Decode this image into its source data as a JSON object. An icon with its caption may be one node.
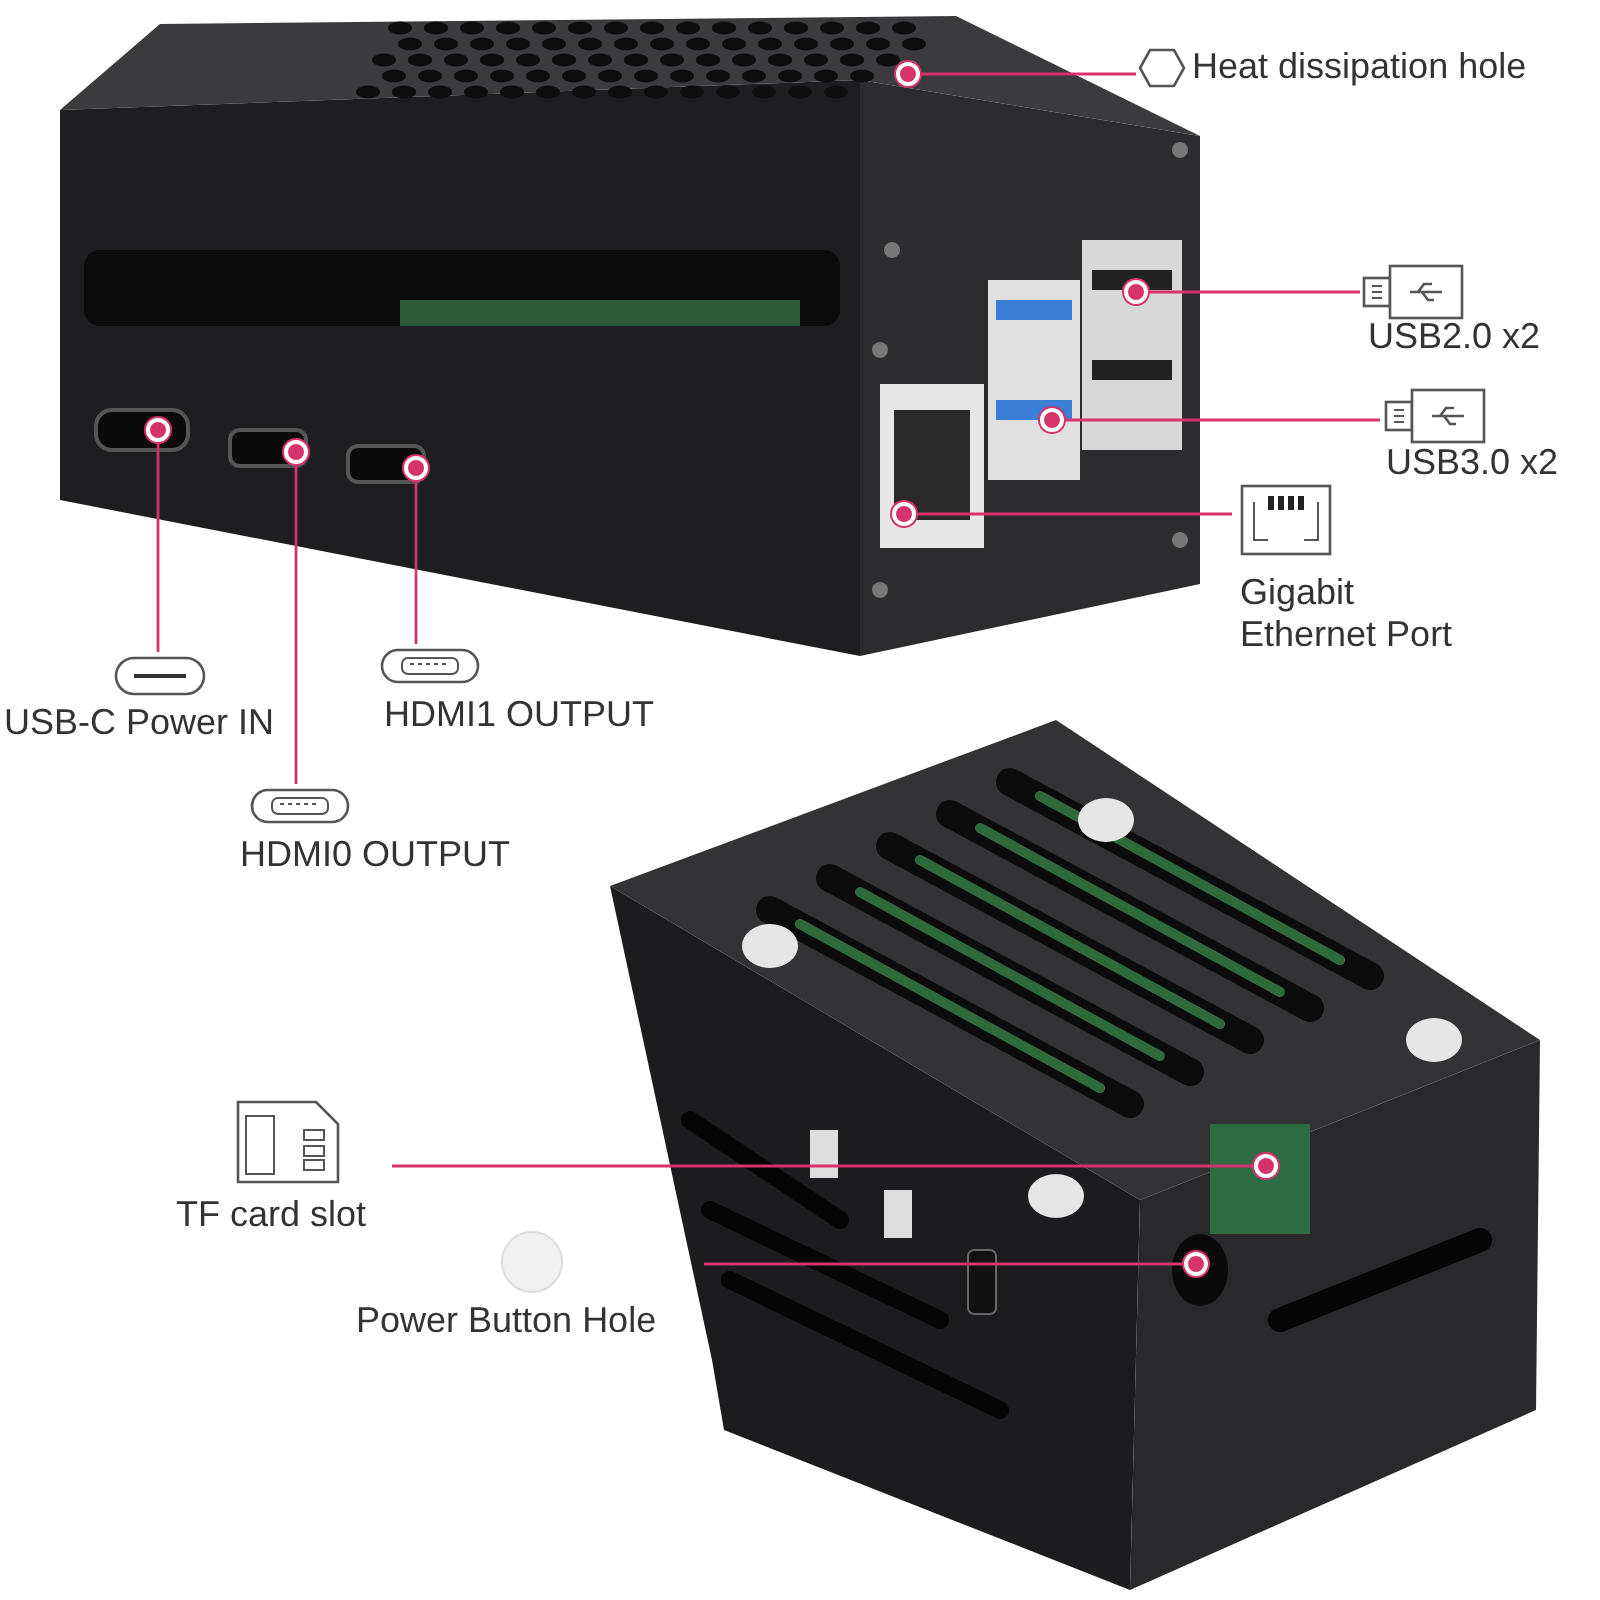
{
  "diagram": {
    "nodes": [
      {
        "text": [
          "Heat dissipation hole"
        ]
      },
      {
        "text": [],
        "shape": "circle"
      },
      {
        "text": [
          "USB2.0 x2"
        ]
      },
      {
        "text": [],
        "shape": "circle"
      },
      {
        "text": [
          "USB3.0 x2"
        ]
      },
      {
        "text": [],
        "shape": "circle"
      },
      {
        "text": [
          "Gigabit Ethernet Port"
        ]
      },
      {
        "text": [],
        "shape": "circle"
      },
      {
        "text": [
          "USB-C Power IN"
        ]
      },
      {
        "text": [],
        "shape": "circle"
      },
      {
        "text": [
          "HDMI1 OUTPUT"
        ]
      },
      {
        "text": [],
        "shape": "circle"
      },
      {
        "text": [
          "HDMI0 OUTPUT"
        ]
      },
      {
        "text": [],
        "shape": "circle"
      },
      {
        "text": [
          "TF card slot"
        ]
      },
      {
        "text": [],
        "shape": "circle"
      },
      {
        "text": [
          "Power Button Hole"
        ]
      },
      {
        "text": [],
        "shape": "circle"
      }
    ],
    "edges": [
      {
        "from": 0,
        "to": 1,
        "arrow": "none"
      },
      {
        "from": 2,
        "to": 3,
        "arrow": "none"
      },
      {
        "from": 4,
        "to": 5,
        "arrow": "none"
      },
      {
        "from": 6,
        "to": 7,
        "arrow": "none"
      },
      {
        "from": 8,
        "to": 9,
        "arrow": "none"
      },
      {
        "from": 10,
        "to": 11,
        "arrow": "none"
      },
      {
        "from": 12,
        "to": 13,
        "arrow": "none"
      },
      {
        "from": 14,
        "to": 15,
        "arrow": "none"
      },
      {
        "from": 16,
        "to": 17,
        "arrow": "none"
      }
    ]
  }
}
